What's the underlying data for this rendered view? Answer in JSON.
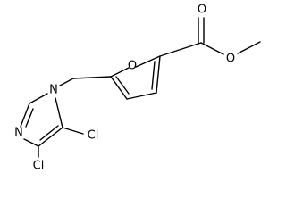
{
  "molecule": {
    "atoms": {
      "ring_oxygen": "O",
      "carbonyl_oxygen": "O",
      "ester_oxygen": "O",
      "imidazole_n1": "N",
      "imidazole_n3": "N",
      "chlorine_c5": "Cl",
      "chlorine_c4": "Cl"
    },
    "colors": {
      "bond": "#000000",
      "label": "#000000",
      "background": "#ffffff"
    }
  }
}
